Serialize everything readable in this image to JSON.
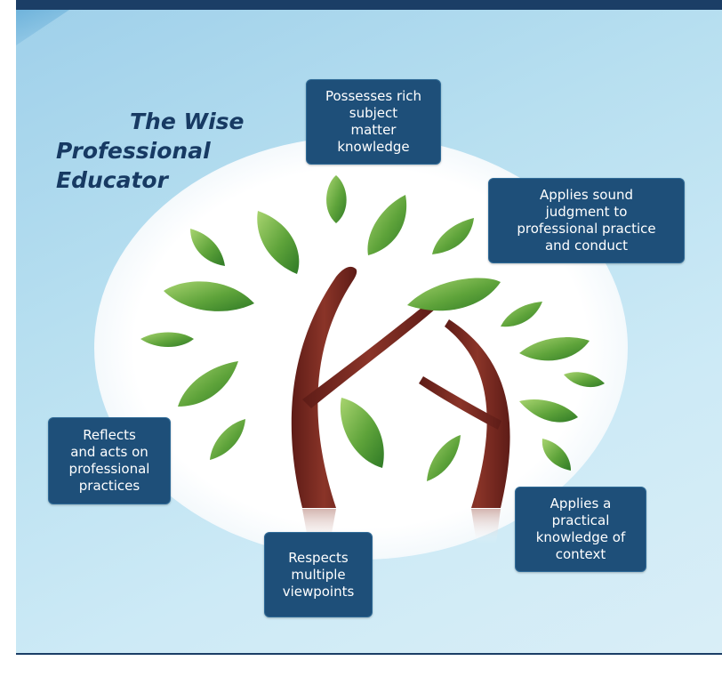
{
  "diagram": {
    "title_lines": [
      "The Wise",
      "Professional",
      "Educator"
    ],
    "qualities": [
      {
        "id": "subject-knowledge",
        "lines": [
          "Possesses rich",
          "subject",
          "matter",
          "knowledge"
        ]
      },
      {
        "id": "sound-judgment",
        "lines": [
          "Applies sound",
          "judgment to",
          "professional practice",
          "and conduct"
        ]
      },
      {
        "id": "reflects",
        "lines": [
          "Reflects",
          "and acts on",
          "professional",
          "practices"
        ]
      },
      {
        "id": "practical-knowledge",
        "lines": [
          "Applies a",
          "practical",
          "knowledge of",
          "context"
        ]
      },
      {
        "id": "viewpoints",
        "lines": [
          "Respects",
          "multiple",
          "viewpoints"
        ]
      }
    ],
    "colors": {
      "title": "#173a63",
      "box_fill": "#1e4f79",
      "box_text": "#ffffff",
      "trunk": "#7b2a22",
      "leaf": "#5ea33a",
      "background": "#b7dff0",
      "frame_bar": "#1b3e66"
    },
    "graphic": "tree-with-leaves"
  }
}
